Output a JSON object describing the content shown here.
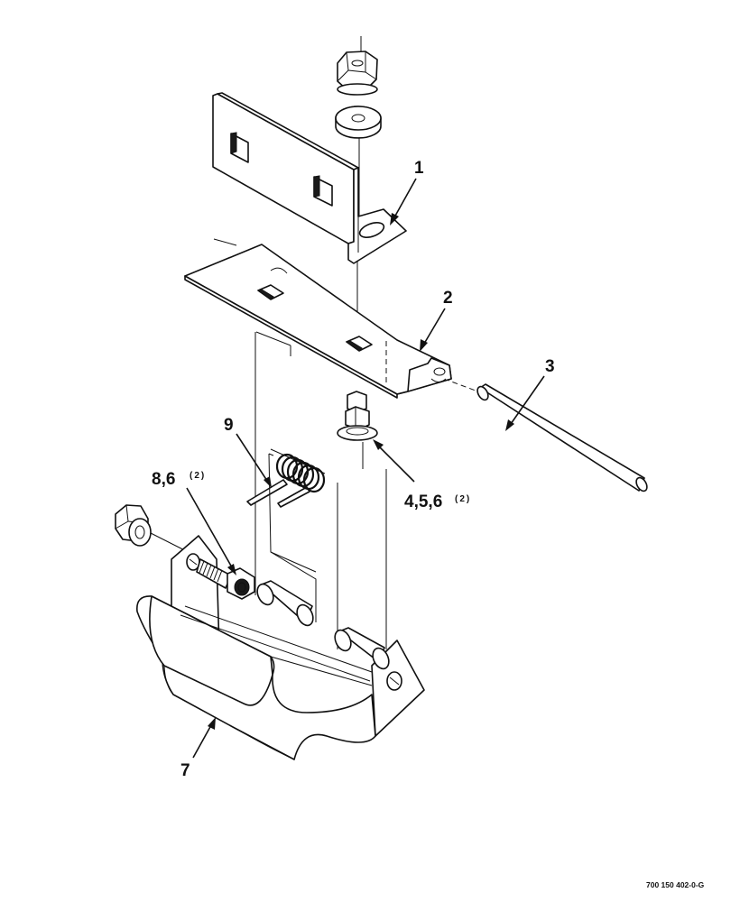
{
  "callouts": {
    "c1": "1",
    "c2": "2",
    "c3": "3",
    "c9": "9",
    "c8": {
      "main": "8,6",
      "sup": "(2)"
    },
    "c4": {
      "main": "4,5,6",
      "sup": "(2)"
    },
    "c7": "7"
  },
  "reference_code": "700 150 402-0-G"
}
